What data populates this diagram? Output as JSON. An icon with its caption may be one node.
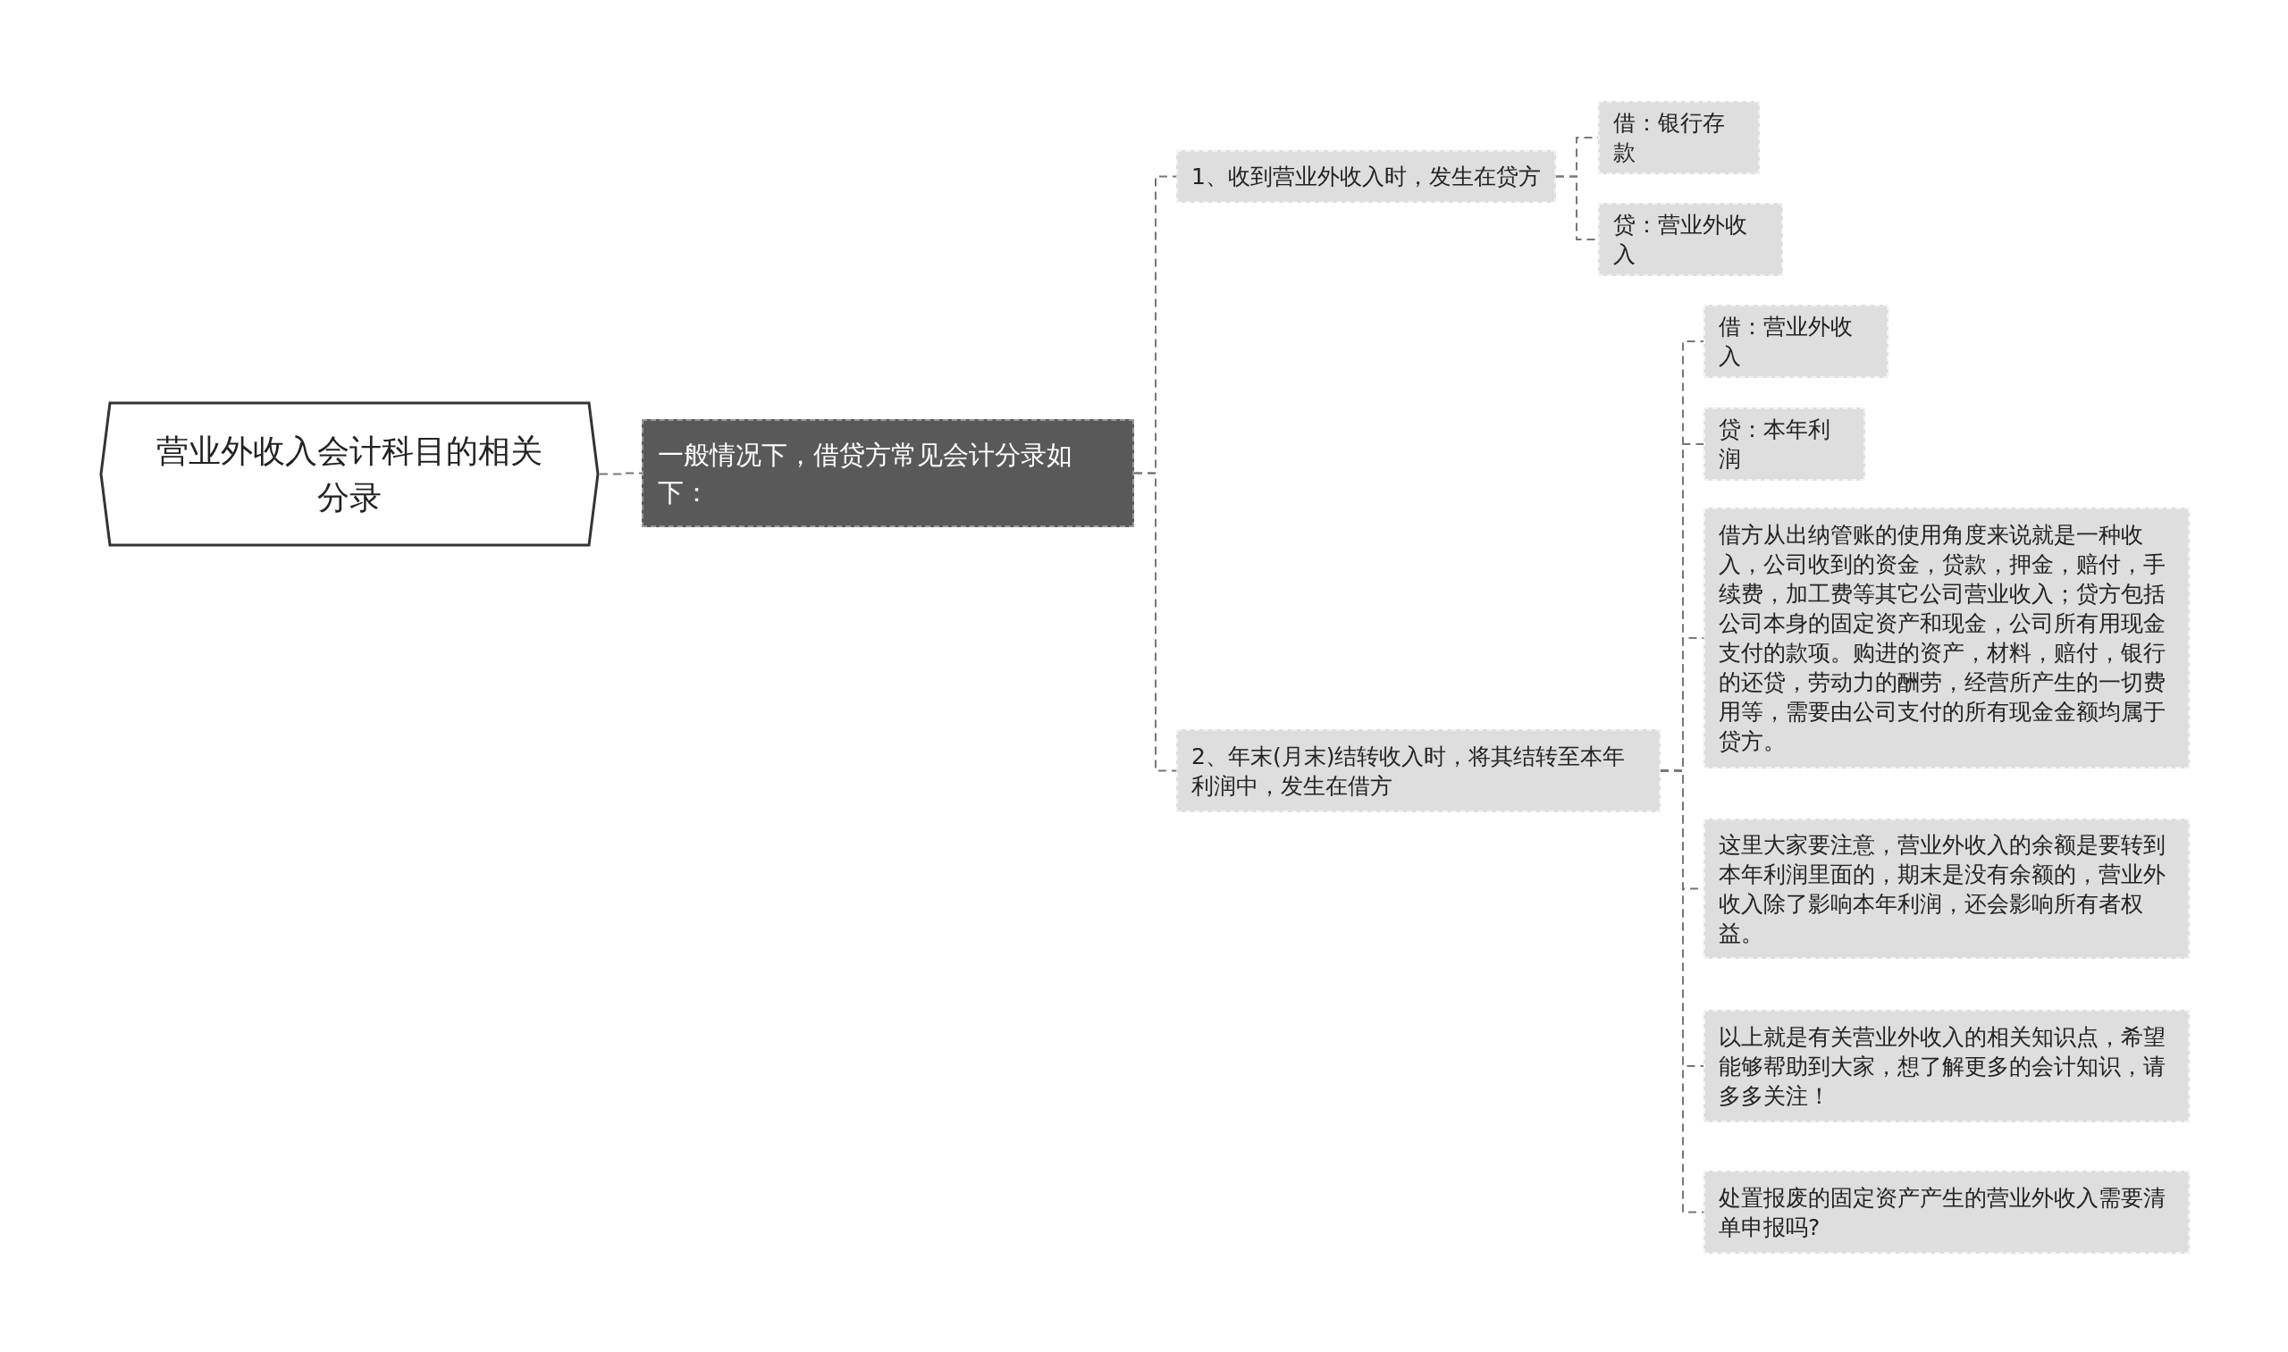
{
  "diagram": {
    "nodes": [
      {
        "text": [
          "营业外收入会计科目的相关分录"
        ]
      },
      {
        "text": [
          "一般情况下，借贷方常见会计分录如下："
        ]
      },
      {
        "text": [
          "1、收到营业外收入时，发生在贷方"
        ]
      },
      {
        "text": [
          "借：银行存款"
        ]
      },
      {
        "text": [
          "贷：营业外收入"
        ]
      },
      {
        "text": [
          "2、年末(月末)结转收入时，将其结转至本年利润中，发生在借方"
        ]
      },
      {
        "text": [
          "借：营业外收入"
        ]
      },
      {
        "text": [
          "贷：本年利润"
        ]
      },
      {
        "text": [
          "借方从出纳管账的使用角度来说就是一种收入，公司收到的资金，贷款，押金，赔付，手续费，加工费等其它公司营业收入；贷方包括公司本身的固定资产和现金，公司所有用现金支付的款项。购进的资产，材料，赔付，银行的还贷，劳动力的酬劳，经营所产生的一切费用等，需要由公司支付的所有现金金额均属于贷方。"
        ]
      },
      {
        "text": [
          "这里大家要注意，营业外收入的余额是要转到本年利润里面的，期末是没有余额的，营业外收入除了影响本年利润，还会影响所有者权益。"
        ]
      },
      {
        "text": [
          "以上就是有关营业外收入的相关知识点，希望能够帮助到大家，想了解更多的会计知识，请多多关注！"
        ]
      },
      {
        "text": [
          "处置报废的固定资产产生的营业外收入需要清单申报吗?"
        ]
      }
    ],
    "edges": [
      {
        "from": 0,
        "to": 1,
        "arrow": "none",
        "style": "dashed"
      },
      {
        "from": 1,
        "to": 2,
        "arrow": "none",
        "style": "dashed"
      },
      {
        "from": 1,
        "to": 5,
        "arrow": "none",
        "style": "dashed"
      },
      {
        "from": 2,
        "to": 3,
        "arrow": "none",
        "style": "dashed"
      },
      {
        "from": 2,
        "to": 4,
        "arrow": "none",
        "style": "dashed"
      },
      {
        "from": 5,
        "to": 6,
        "arrow": "none",
        "style": "dashed"
      },
      {
        "from": 5,
        "to": 7,
        "arrow": "none",
        "style": "dashed"
      },
      {
        "from": 5,
        "to": 8,
        "arrow": "none",
        "style": "dashed"
      },
      {
        "from": 5,
        "to": 9,
        "arrow": "none",
        "style": "dashed"
      },
      {
        "from": 5,
        "to": 10,
        "arrow": "none",
        "style": "dashed"
      },
      {
        "from": 5,
        "to": 11,
        "arrow": "none",
        "style": "dashed"
      }
    ]
  }
}
